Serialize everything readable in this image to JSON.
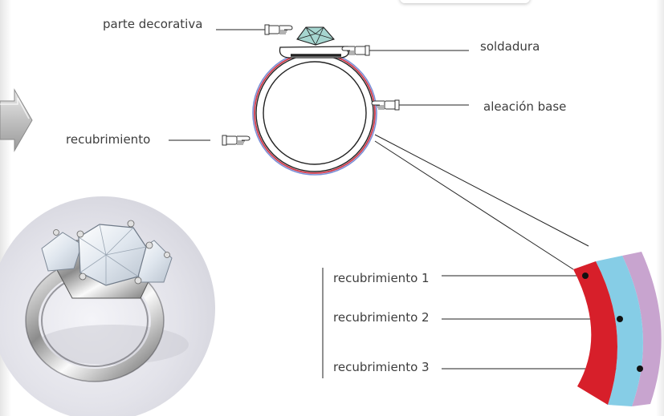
{
  "labels": {
    "decorative": "parte decorativa",
    "solder": "soldadura",
    "base_alloy": "aleación base",
    "coating": "recubrimiento",
    "coating_1": "recubrimiento 1",
    "coating_2": "recubrimiento 2",
    "coating_3": "recubrimiento 3"
  },
  "colors": {
    "coating_1": "#d71f2a",
    "coating_2": "#86cde6",
    "coating_3": "#c8a4cf",
    "ring_outline": "#222222",
    "ring_red_layer": "#d13a4b",
    "ring_blue_layer": "#7b8fd6",
    "leader_line": "#222222"
  },
  "icons": {
    "pointer": "pointing-hand-icon",
    "arrow": "right-arrow-icon",
    "photo": "diamond-ring-photo"
  }
}
